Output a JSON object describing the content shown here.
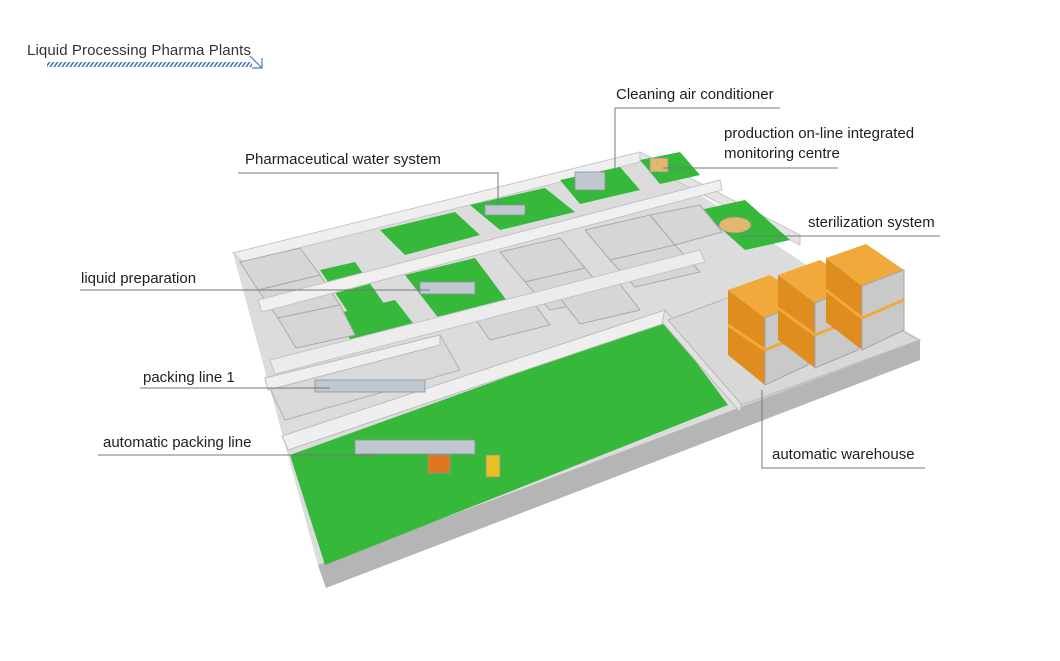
{
  "title": "Liquid Processing Pharma Plants",
  "colors": {
    "floor_green": "#36b83a",
    "wall_light": "#e6e6e6",
    "wall_shade": "#bdbdbd",
    "floor_grey": "#d2d2d2",
    "rack_orange": "#f2a93b",
    "leader_line": "#777777",
    "title_stripe": "#4a7fc1"
  },
  "labels": {
    "cleaning_air_conditioner": "Cleaning air conditioner",
    "production_monitoring_line1": "production on-line integrated",
    "production_monitoring_line2": "monitoring centre",
    "pharmaceutical_water_system": "Pharmaceutical water system",
    "sterilization_system": "sterilization system",
    "liquid_preparation": "liquid preparation",
    "packing_line_1": "packing line 1",
    "automatic_packing_line": "automatic packing line",
    "automatic_warehouse": "automatic warehouse"
  }
}
